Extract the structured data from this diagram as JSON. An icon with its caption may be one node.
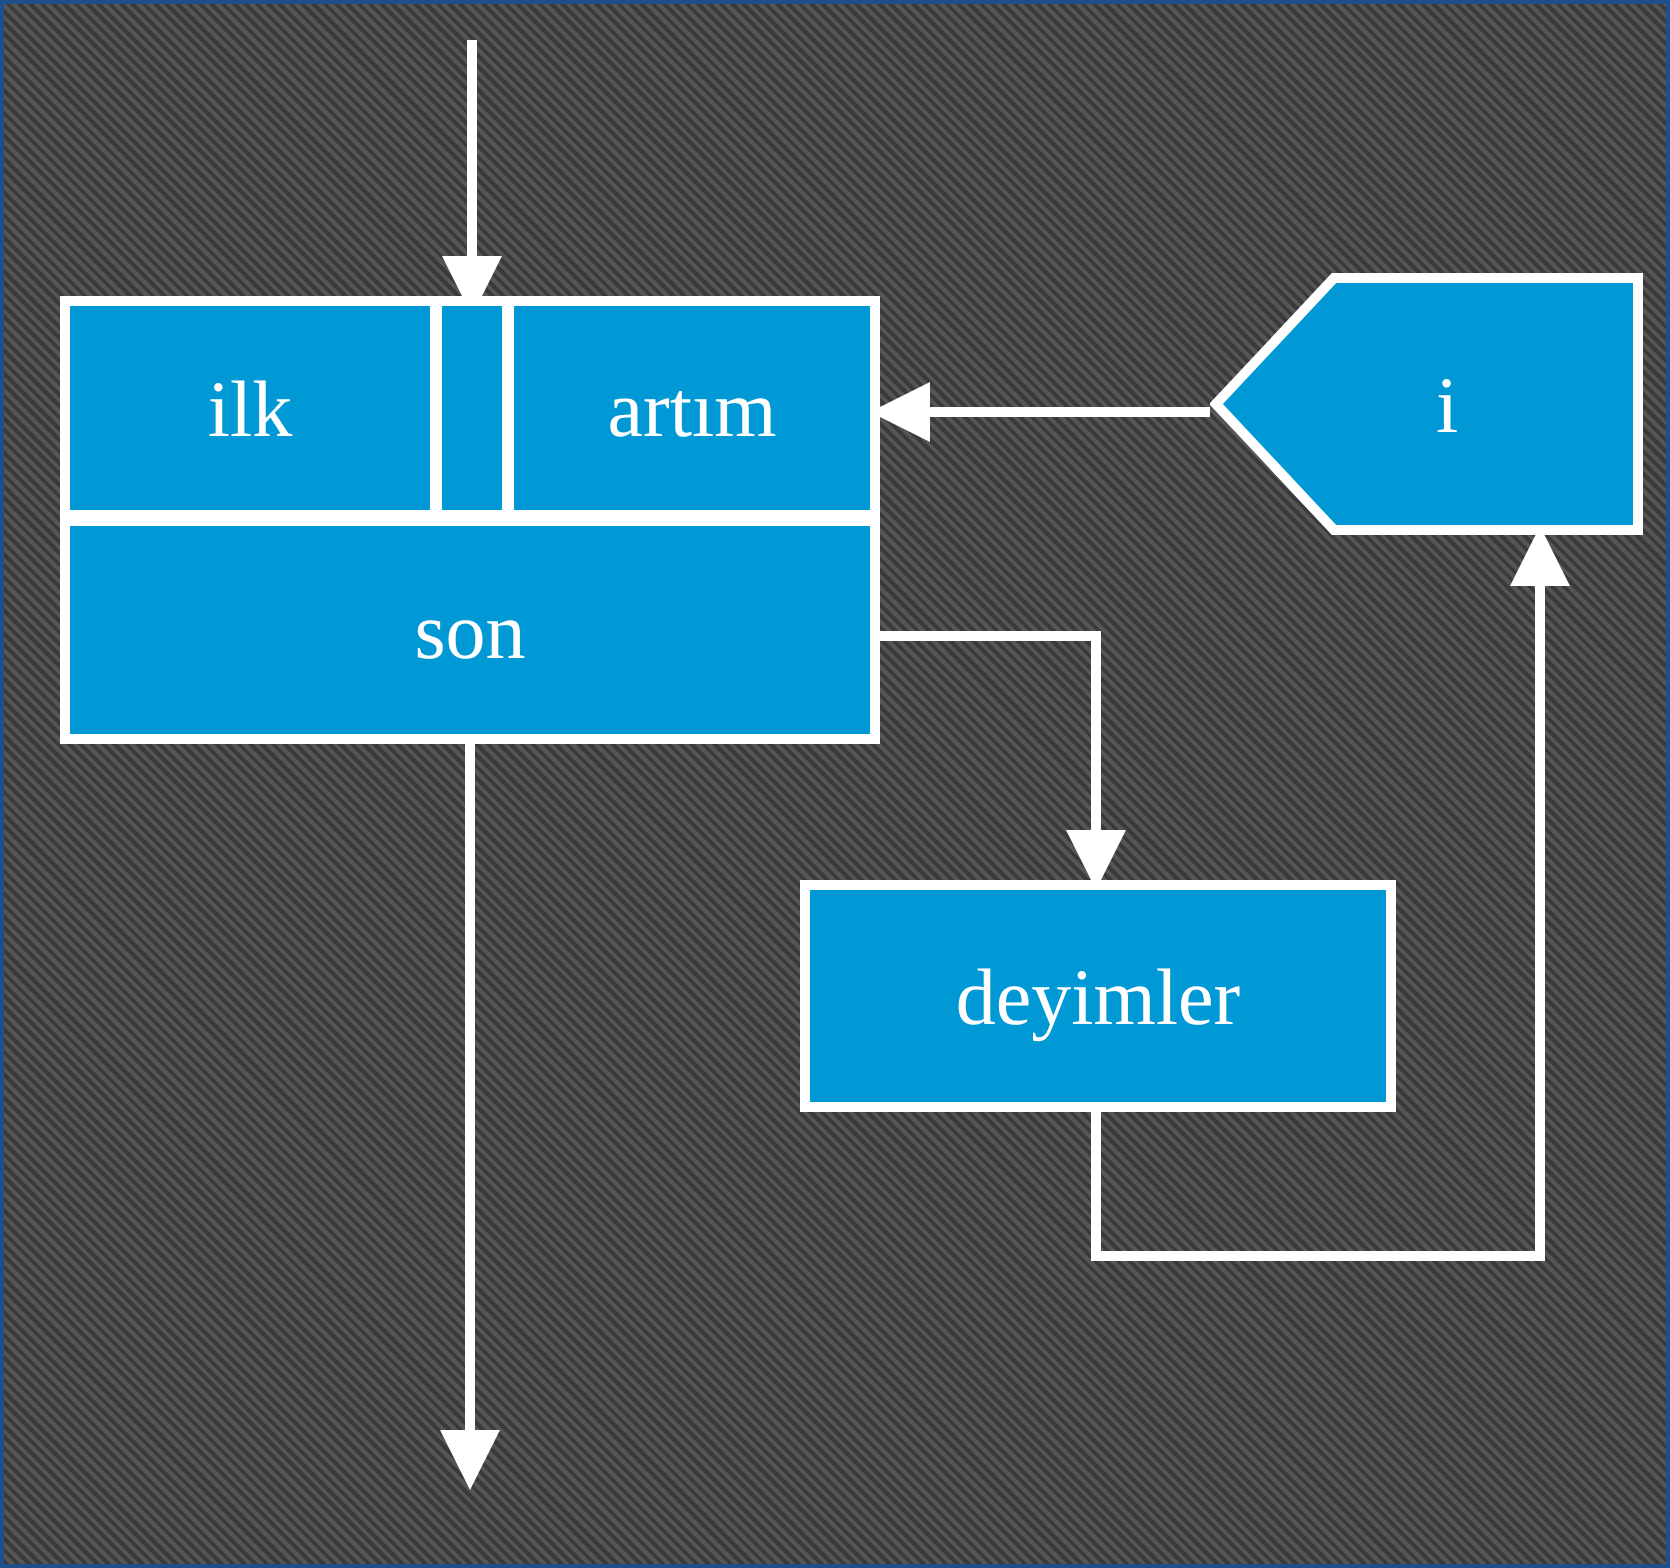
{
  "diagram": {
    "nodes": [
      {
        "text": [],
        "shape": "box"
      },
      {
        "text": [
          "ilk"
        ],
        "in": 0
      },
      {
        "text": [],
        "shape": "box",
        "in": 0
      },
      {
        "text": [
          "artım"
        ],
        "in": 0
      },
      {
        "text": [
          "son"
        ],
        "in": 0
      },
      {
        "text": [
          "i"
        ]
      },
      {
        "text": [
          "deyimler"
        ]
      }
    ],
    "edges": [
      {
        "from": null,
        "to": 2,
        "arrow": "to"
      },
      {
        "from": 5,
        "to": 3,
        "arrow": "to"
      },
      {
        "from": 4,
        "to": 6,
        "arrow": "to"
      },
      {
        "from": 6,
        "to": 5,
        "arrow": "to"
      },
      {
        "from": 4,
        "to": null,
        "arrow": "to"
      }
    ]
  }
}
